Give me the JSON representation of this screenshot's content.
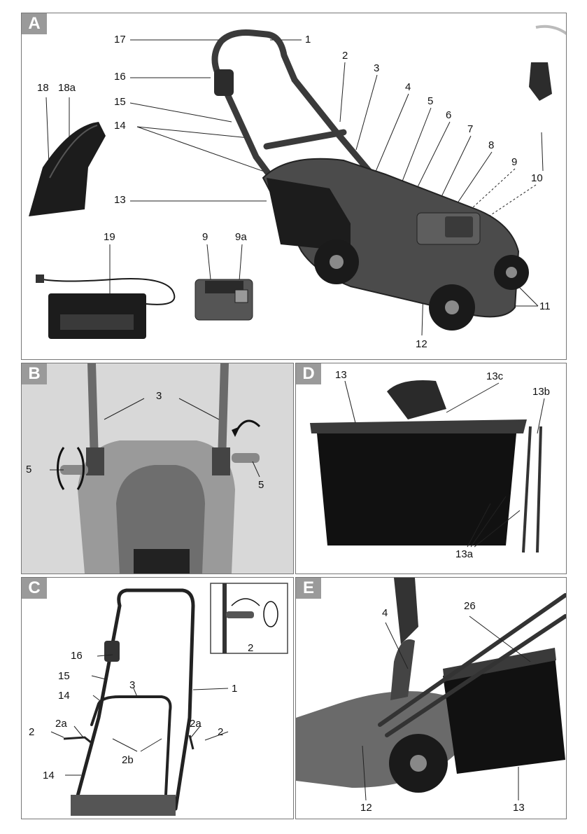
{
  "panels": {
    "A": {
      "letter": "A",
      "labels": {
        "l1": "1",
        "l2": "2",
        "l3": "3",
        "l4": "4",
        "l5": "5",
        "l6": "6",
        "l7": "7",
        "l8": "8",
        "l9": "9",
        "l10": "10",
        "l11": "11",
        "l12": "12",
        "l13": "13",
        "l14": "14",
        "l15": "15",
        "l16": "16",
        "l17": "17",
        "l18": "18",
        "l18a": "18a",
        "l19": "19",
        "l9b": "9",
        "l9a": "9a"
      }
    },
    "B": {
      "letter": "B",
      "labels": {
        "l3": "3",
        "l5a": "5",
        "l5b": "5"
      }
    },
    "C": {
      "letter": "C",
      "labels": {
        "l16": "16",
        "l15": "15",
        "l14a": "14",
        "l2a1": "2a",
        "l2a2": "2a",
        "l2l": "2",
        "l2r": "2",
        "l3": "3",
        "l2b": "2b",
        "l14b": "14",
        "l1": "1",
        "l2inset": "2"
      }
    },
    "D": {
      "letter": "D",
      "labels": {
        "l13": "13",
        "l13c": "13c",
        "l13b": "13b",
        "l13a": "13a"
      }
    },
    "E": {
      "letter": "E",
      "labels": {
        "l4": "4",
        "l26": "26",
        "l12": "12",
        "l13": "13"
      }
    }
  }
}
